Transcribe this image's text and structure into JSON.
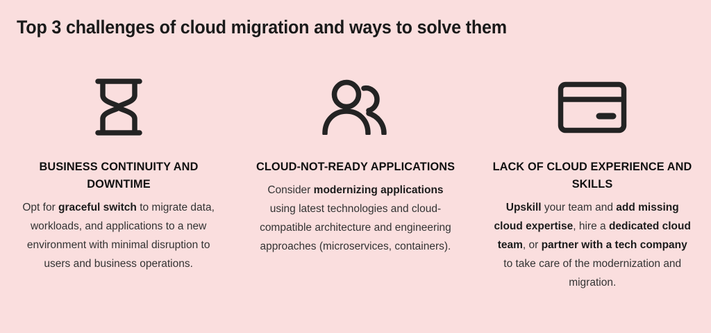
{
  "page": {
    "title": "Top 3 challenges of cloud migration and ways to solve them",
    "background_color": "#fadede",
    "ink_color": "#232323",
    "heading_color": "#111111",
    "body_color": "#333333"
  },
  "columns": [
    {
      "icon": "hourglass-icon",
      "heading": "BUSINESS CONTINUITY AND DOWNTIME",
      "body_runs": [
        {
          "text": "Opt for ",
          "bold": false
        },
        {
          "text": "graceful switch",
          "bold": true
        },
        {
          "text": " to migrate data, workloads, and applications to a new environment with minimal disruption to users and business operations.",
          "bold": false
        }
      ]
    },
    {
      "icon": "users-icon",
      "heading": "CLOUD-NOT-READY APPLICATIONS",
      "body_runs": [
        {
          "text": "Consider ",
          "bold": false
        },
        {
          "text": "modernizing applications",
          "bold": true
        },
        {
          "text": " using latest technologies and cloud-compatible architecture and engineering approaches (microservices, containers).",
          "bold": false
        }
      ]
    },
    {
      "icon": "credit-card-icon",
      "heading": "LACK OF CLOUD EXPERIENCE AND SKILLS",
      "body_runs": [
        {
          "text": "Upskill",
          "bold": true
        },
        {
          "text": " your team and ",
          "bold": false
        },
        {
          "text": "add missing cloud expertise",
          "bold": true
        },
        {
          "text": ", hire a ",
          "bold": false
        },
        {
          "text": "dedicated cloud team",
          "bold": true
        },
        {
          "text": ", or ",
          "bold": false
        },
        {
          "text": "partner with a tech company",
          "bold": true
        },
        {
          "text": " to take care of the modernization and migration.",
          "bold": false
        }
      ]
    }
  ]
}
